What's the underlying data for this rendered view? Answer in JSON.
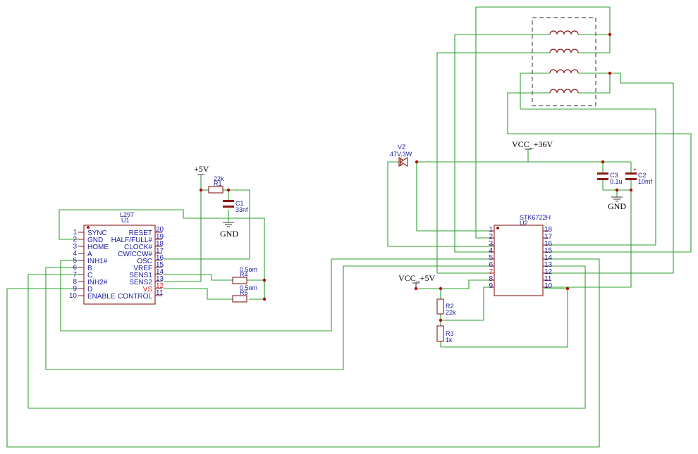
{
  "colors": {
    "wire": "#2ca02c",
    "component": "#8b1a1a",
    "text": "#1a1aa0",
    "junction": "#c00000"
  },
  "u1": {
    "part": "L297",
    "ref": "U1",
    "left_pins": [
      {
        "num": "1",
        "name": "SYNC"
      },
      {
        "num": "2",
        "name": "GND"
      },
      {
        "num": "3",
        "name": "HOME"
      },
      {
        "num": "4",
        "name": "A"
      },
      {
        "num": "5",
        "name": "INH1#"
      },
      {
        "num": "6",
        "name": "B"
      },
      {
        "num": "7",
        "name": "C"
      },
      {
        "num": "8",
        "name": "INH2#"
      },
      {
        "num": "9",
        "name": "D"
      },
      {
        "num": "10",
        "name": "ENABLE"
      }
    ],
    "right_pins": [
      {
        "num": "20",
        "name": "RESET"
      },
      {
        "num": "19",
        "name": "HALF/FULL#"
      },
      {
        "num": "18",
        "name": "CLOCK#"
      },
      {
        "num": "17",
        "name": "CW/CCW#"
      },
      {
        "num": "16",
        "name": "OSC"
      },
      {
        "num": "15",
        "name": "VREF"
      },
      {
        "num": "14",
        "name": "SENS1"
      },
      {
        "num": "13",
        "name": "SENS2"
      },
      {
        "num": "12",
        "name": "VS"
      },
      {
        "num": "11",
        "name": "CONTROL"
      }
    ]
  },
  "u2": {
    "part": "STK6722H",
    "ref": "U2",
    "left_pins": [
      "1",
      "2",
      "3",
      "4",
      "5",
      "6",
      "7",
      "8",
      "9"
    ],
    "right_pins": [
      "18",
      "17",
      "16",
      "15",
      "14",
      "13",
      "12",
      "11",
      "10"
    ]
  },
  "components": {
    "r1": {
      "ref": "R1",
      "value": "22k"
    },
    "c1": {
      "ref": "C1",
      "value": "33nf"
    },
    "r4": {
      "ref": "R4",
      "value": "0.5om"
    },
    "r5": {
      "ref": "R5",
      "value": "0.5om"
    },
    "vz": {
      "ref": "VZ",
      "value": "47V,3W"
    },
    "c3": {
      "ref": "C3",
      "value": "0.1u"
    },
    "c2": {
      "ref": "C2",
      "value": "10mf"
    },
    "r2": {
      "ref": "R2",
      "value": "22k"
    },
    "r3": {
      "ref": "R3",
      "value": "1k"
    }
  },
  "power": {
    "vcc5_top": "+5V",
    "gnd_left": "GND",
    "vcc36": "VCC_+36V",
    "gnd_right": "GND",
    "vcc5_right": "VCC_+5V"
  }
}
